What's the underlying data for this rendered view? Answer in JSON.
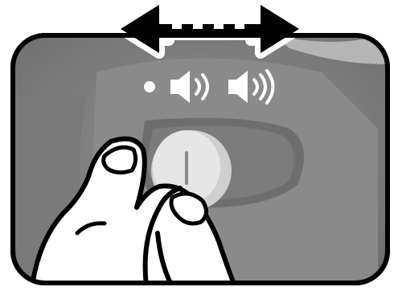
{
  "figure": {
    "subject": "slide-switch-volume-control",
    "gesture": "finger-slide-left-right",
    "positions": [
      {
        "name": "off",
        "icon": "dot-icon"
      },
      {
        "name": "low-volume",
        "icon": "speaker-low-icon"
      },
      {
        "name": "high-volume",
        "icon": "speaker-high-icon"
      }
    ],
    "colors": {
      "panel": "#8c8c8c",
      "panel_dark": "#707070",
      "outline": "#000000",
      "knob": "#e0e0e0",
      "skin": "#ffffff",
      "arrow": "#000000",
      "icon": "#ffffff"
    }
  }
}
